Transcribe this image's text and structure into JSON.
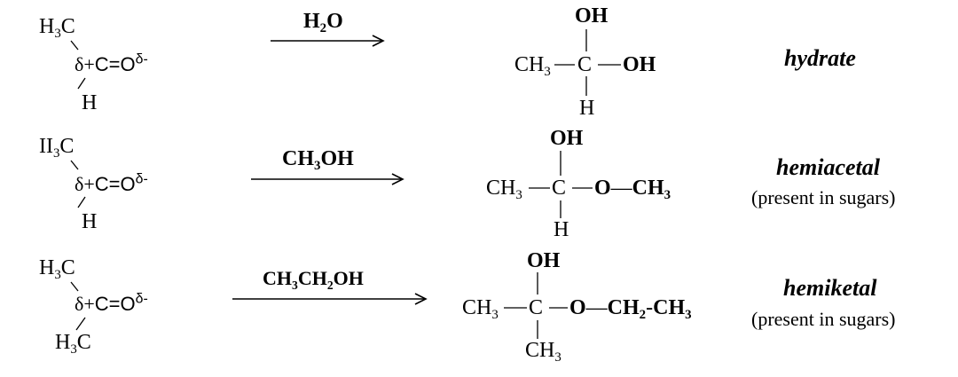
{
  "reactions": [
    {
      "reactant": {
        "top_main": "H",
        "top_sub": "3",
        "top_end": "C",
        "delta_plus": "δ+",
        "carbonyl": "C=O",
        "delta_minus": "δ-",
        "bottom": "H"
      },
      "reagent": {
        "parts": [
          {
            "t": "H"
          },
          {
            "s": "2"
          },
          {
            "t": "O"
          }
        ]
      },
      "product": {
        "top": "OH",
        "left_main": "CH",
        "left_sub": "3",
        "center": "C",
        "right": [
          {
            "t": "OH"
          }
        ],
        "bottom_main": "H",
        "bottom_sub": ""
      },
      "name": "hydrate",
      "note": ""
    },
    {
      "reactant": {
        "top_main": "II",
        "top_sub": "3",
        "top_end": "C",
        "delta_plus": "δ+",
        "carbonyl": "C=O",
        "delta_minus": "δ-",
        "bottom": "H"
      },
      "reagent": {
        "parts": [
          {
            "t": "CH"
          },
          {
            "s": "3"
          },
          {
            "t": "OH"
          }
        ]
      },
      "product": {
        "top": "OH",
        "left_main": "CH",
        "left_sub": "3",
        "center": "C",
        "right": [
          {
            "t": "O"
          },
          {
            "d": "—"
          },
          {
            "t": "CH"
          },
          {
            "s": "3"
          }
        ],
        "bottom_main": "H",
        "bottom_sub": ""
      },
      "name": "hemiacetal",
      "note": "(present in sugars)"
    },
    {
      "reactant": {
        "top_main": "H",
        "top_sub": "3",
        "top_end": "C",
        "delta_plus": "δ+",
        "carbonyl": "C=O",
        "delta_minus": "δ-",
        "bottom": "H",
        "bottom_sub": "3",
        "bottom_end": "C"
      },
      "reagent": {
        "parts": [
          {
            "t": "CH"
          },
          {
            "s": "3"
          },
          {
            "t": "CH"
          },
          {
            "s": "2"
          },
          {
            "t": "OH"
          }
        ]
      },
      "product": {
        "top": "OH",
        "left_main": "CH",
        "left_sub": "3",
        "center": "C",
        "right": [
          {
            "t": "O"
          },
          {
            "d": "—"
          },
          {
            "t": "CH"
          },
          {
            "s": "2"
          },
          {
            "d": "-"
          },
          {
            "t": "CH"
          },
          {
            "s": "3"
          }
        ],
        "bottom_main": "CH",
        "bottom_sub": "3"
      },
      "name": "hemiketal",
      "note": "(present in sugars)"
    }
  ]
}
